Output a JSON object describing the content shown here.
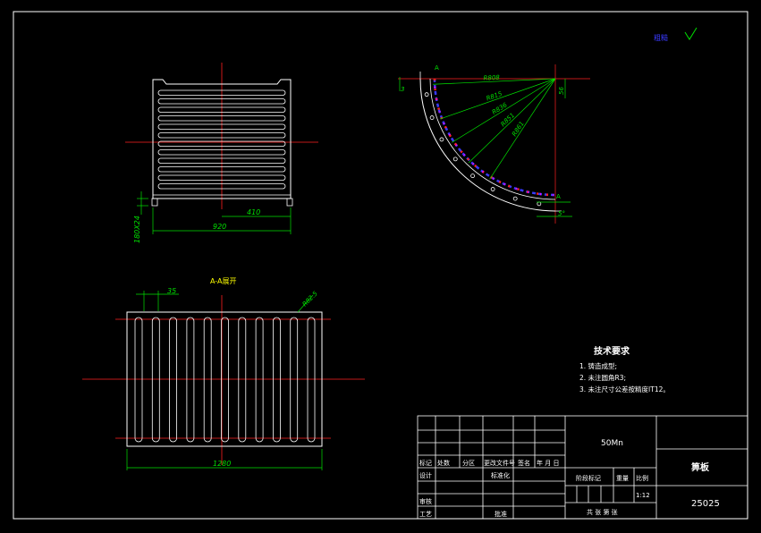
{
  "drawing": {
    "surface_mark": "粗糙",
    "front_view": {
      "dim_width": "920",
      "dim_half": "410",
      "dim_height": "180X24"
    },
    "section_view": {
      "label": "A-A展开",
      "dim_pitch": "35",
      "dim_radius": "R82.5",
      "dim_length": "1280"
    },
    "arc_view": {
      "dims": [
        "R808",
        "R815",
        "R836",
        "R851",
        "R861"
      ],
      "dim_top": "3",
      "dim_right": "56",
      "dim_angle": "5°",
      "marks": [
        "A",
        "A"
      ]
    },
    "tech_requirements": {
      "title": "技术要求",
      "items": [
        "1. 铸造成型;",
        "2. 未注圆角R3;",
        "3. 未注尺寸公差按精度IT12。"
      ]
    },
    "title_block": {
      "material": "50Mn",
      "part_name": "箅板",
      "drawing_number": "25025",
      "scale": "1:12",
      "headers": [
        "标记",
        "处数",
        "分区",
        "更改文件号",
        "签名",
        "年 月 日"
      ],
      "design": "设计",
      "standardization": "标准化",
      "review": "审核",
      "process": "工艺",
      "approve": "批准",
      "stage_mark": "阶段标记",
      "weight": "重量",
      "ratio": "比例",
      "sheets": "共 张  第 张"
    },
    "colors": {
      "outline": "#ffffff",
      "center": "#ff2020",
      "dimension": "#00e000",
      "note": "#0000ff",
      "accent": "#ffff00",
      "magenta": "#ff00ff"
    }
  }
}
